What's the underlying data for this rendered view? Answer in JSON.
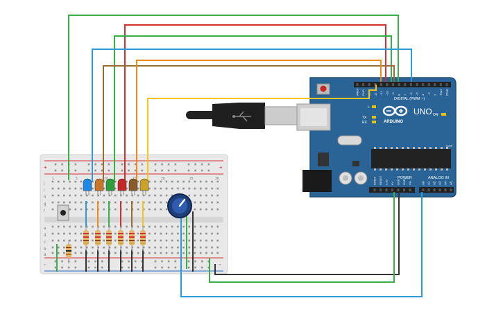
{
  "board": {
    "brand_label": "ARDUINO",
    "model_label": "UNO",
    "digital_header_label": "DIGITAL (PWM ~)",
    "power_label": "POWER",
    "analog_label": "ANALOG IN",
    "on_label": "ON",
    "l_label": "L",
    "tx_label": "TX",
    "rx_label": "RX",
    "icsp_label": "ICSP",
    "digital_pins": [
      "AREF",
      "GND",
      "13",
      "12",
      "~11",
      "~10",
      "~9",
      "8",
      "7",
      "~6",
      "~5",
      "4",
      "~3",
      "2",
      "TX▸1",
      "RX◂0"
    ],
    "power_pins": [
      "IOREF",
      "RESET",
      "3.3V",
      "5V",
      "GND",
      "GND",
      "Vin"
    ],
    "analog_pins": [
      "A0",
      "A1",
      "A2",
      "A3",
      "A4",
      "A5"
    ]
  },
  "breadboard": {
    "row_letters_top": [
      "j",
      "i",
      "h",
      "g",
      "f"
    ],
    "row_letters_bottom": [
      "e",
      "d",
      "c",
      "b",
      "a"
    ],
    "column_labels": [
      "1",
      "5",
      "10",
      "15",
      "20",
      "25",
      "30"
    ],
    "rail_plus": "+",
    "rail_minus": "-"
  },
  "leds": [
    {
      "name": "led-blue",
      "color": "#1e88e5"
    },
    {
      "name": "led-orange",
      "color": "#c8772a"
    },
    {
      "name": "led-green",
      "color": "#2e9e3a"
    },
    {
      "name": "led-red",
      "color": "#c62828"
    },
    {
      "name": "led-brown",
      "color": "#8b5a2b"
    },
    {
      "name": "led-yellow",
      "color": "#c9a227"
    }
  ],
  "colors": {
    "board": "#2a6496",
    "board_edge": "#1f4e78",
    "breadboard": "#eaeaea",
    "wire_green": "#3aae47",
    "wire_red": "#d32f2f",
    "wire_blue": "#2a9bd6",
    "wire_brown": "#9a6a2e",
    "wire_orange": "#ef8a1a",
    "wire_yellow": "#f5c518",
    "wire_black": "#333333"
  }
}
